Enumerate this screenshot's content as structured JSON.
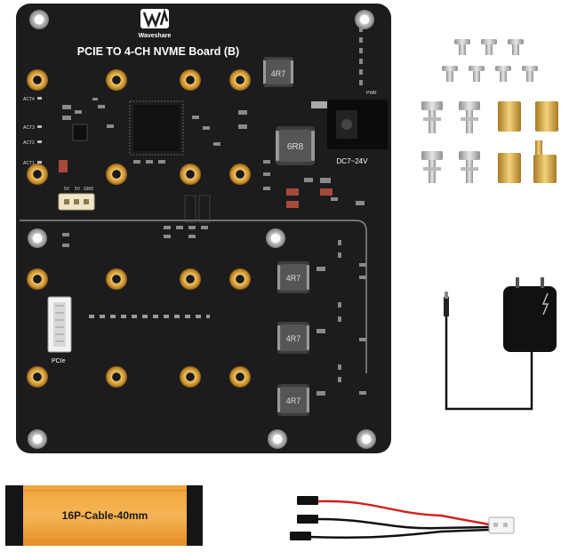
{
  "board": {
    "brand": "Waveshare",
    "title": "PCIE TO 4-CH NVME Board (B)",
    "pcie_label": "PCIe",
    "voltage_label": "DC7~24V",
    "pwr_label": "PWR",
    "act_labels": [
      "ACT4",
      "ACT3",
      "ACT2",
      "ACT1"
    ],
    "fan_labels": [
      "5V",
      "5V",
      "GND"
    ],
    "inductor_labels": [
      "4R7",
      "6R8",
      "4R7",
      "4R7",
      "4R7"
    ]
  },
  "cable": {
    "label": "16P-Cable-40mm"
  }
}
